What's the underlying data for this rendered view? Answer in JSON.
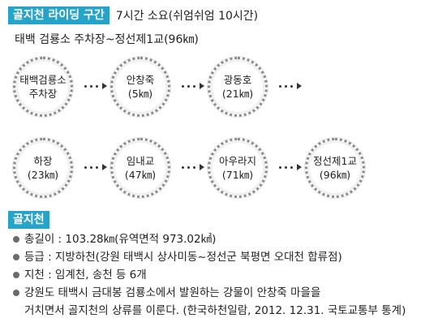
{
  "header": {
    "badge": "골지천 라이딩 구간",
    "duration": "7시간 소요(쉬엄쉬엄 10시간)",
    "route_summary": "태백 검룡소 주차장~정선제1교(96㎞)"
  },
  "stops": [
    {
      "line1": "태백검룡소",
      "line2": "주차장"
    },
    {
      "line1": "안창죽",
      "line2": "(5㎞)"
    },
    {
      "line1": "광동호",
      "line2": "(21㎞)"
    },
    {
      "line1": "하장",
      "line2": "(23㎞)"
    },
    {
      "line1": "임내교",
      "line2": "(47㎞)"
    },
    {
      "line1": "아우라지",
      "line2": "(71㎞)"
    },
    {
      "line1": "정선제1교",
      "line2": "(96㎞)"
    }
  ],
  "section": {
    "badge": "골지천",
    "facts": [
      "총길이 : 103.28㎞(유역면적 973.02㎢)",
      "등급 : 지방하천(강원 태백시 상사미동~정선군 북평면 오대천 합류점)",
      "지천 : 임계천, 송천 등 6개",
      "강원도 태백시 금대봉 검룡소에서 발원하는 강물이 안창죽 마을을"
    ],
    "fact_continuation": "거치면서 골지천의 상류를 이룬다. (한국하천일람, 2012. 12.31. 국토교통부 통계)"
  },
  "colors": {
    "accent": "#26a3c9",
    "bullet": "#6b6b6b"
  }
}
